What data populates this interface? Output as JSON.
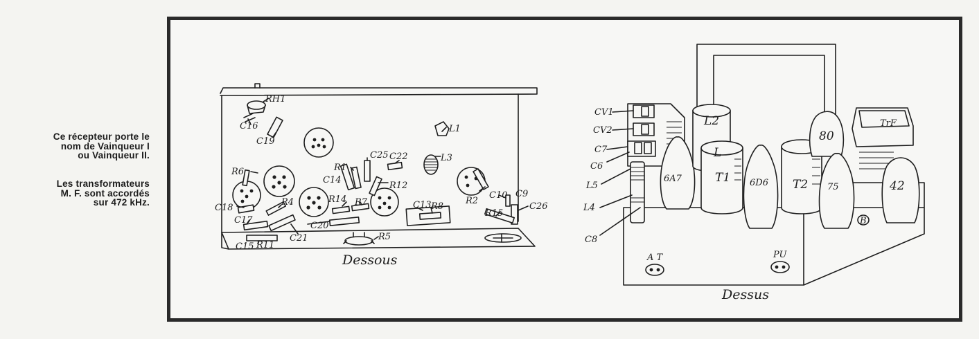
{
  "captions": {
    "receiver_lines": [
      "Ce récepteur porte le",
      "nom de Vainqueur I",
      "ou Vainqueur II."
    ],
    "transformers_lines": [
      "Les transformateurs",
      "M. F. sont accordés",
      "sur 472 kHz."
    ]
  },
  "underside": {
    "title": "Dessous",
    "labels": {
      "RH1": "RH1",
      "C16": "C16",
      "C19": "C19",
      "L1": "L1",
      "L3": "L3",
      "C22": "C22",
      "C25": "C25",
      "R1": "R1",
      "C14": "C14",
      "R12": "R12",
      "R6": "R6",
      "R4": "R4",
      "R14": "R14",
      "R7": "R7",
      "C10": "C10",
      "R2": "R2",
      "C9": "C9",
      "C26": "C26",
      "C18": "C18",
      "C17": "C17",
      "C20": "C20",
      "C13": "C13",
      "R8": "R8",
      "R15": "R15",
      "C21": "C21",
      "C15": "C15",
      "R11": "R11",
      "R5": "R5"
    }
  },
  "top_view": {
    "title": "Dessus",
    "labels": {
      "CV1": "CV1",
      "CV2": "CV2",
      "C7": "C7",
      "C6": "C6",
      "L5": "L5",
      "L4": "L4",
      "C8": "C8",
      "L2": "L2",
      "L": "L",
      "T1": "T1",
      "6A7": "6A7",
      "6D6": "6D6",
      "T2": "T2",
      "75": "75",
      "80": "80",
      "42": "42",
      "TrF": "TrF",
      "AT": "A T",
      "PU": "PU"
    }
  }
}
